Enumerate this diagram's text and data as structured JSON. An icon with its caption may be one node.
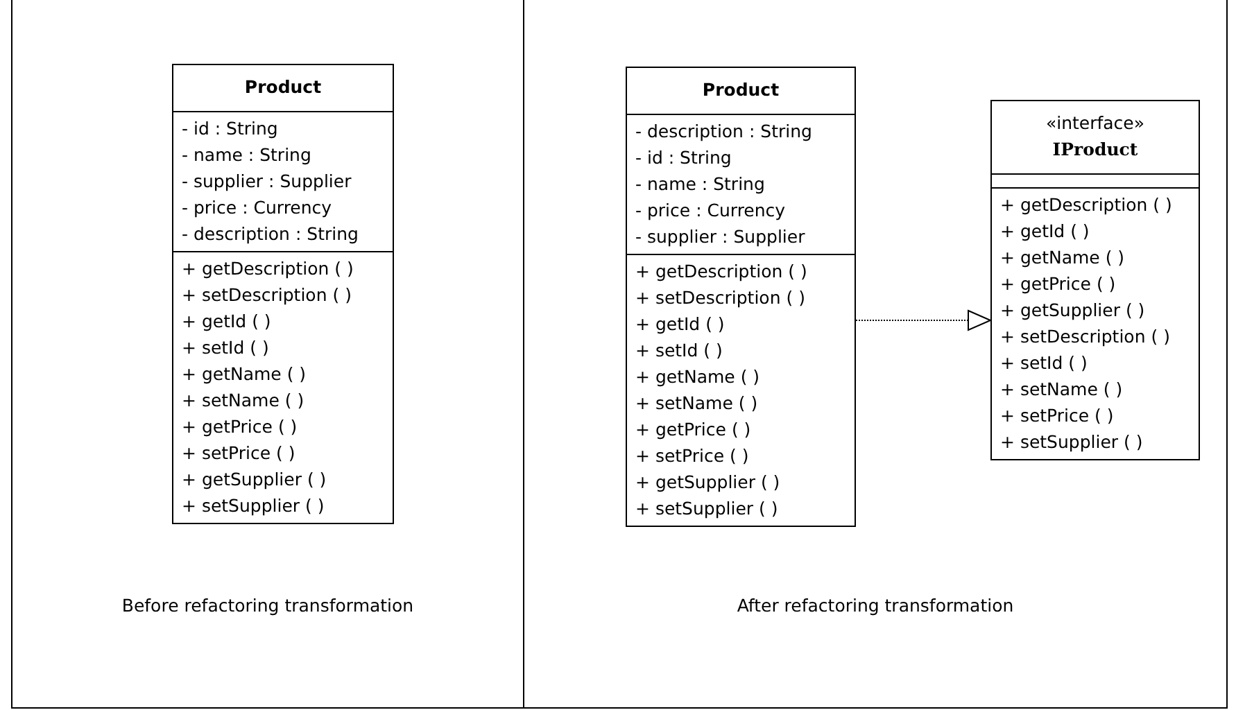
{
  "diagram": {
    "nodes": [
      {
        "text": [
          "Before refactoring transformation"
        ]
      },
      {
        "text": [
          "Product",
          "- id : String",
          "- name : String",
          "- supplier : Supplier",
          "- price : Currency",
          "- description : String",
          "+ getDescription (  )",
          "+ setDescription (  )",
          "+ getId (  )",
          "+ setId (  )",
          "+ getName (  )",
          "+ setName (  )",
          "+ getPrice (  )",
          "+ setPrice (  )",
          "+ getSupplier (  )",
          "+ setSupplier (  )"
        ],
        "in": 0
      },
      {
        "text": [
          "After refactoring transformation"
        ]
      },
      {
        "text": [
          "Product",
          "- description : String",
          "- id : String",
          "- name : String",
          "- price : Currency",
          "- supplier : Supplier",
          "+ getDescription (  )",
          "+ setDescription (  )",
          "+ getId (  )",
          "+ setId (  )",
          "+ getName (  )",
          "+ setName (  )",
          "+ getPrice (  )",
          "+ setPrice (  )",
          "+ getSupplier (  )",
          "+ setSupplier (  )"
        ],
        "in": 2
      },
      {
        "text": [
          "«interface»",
          "IProduct",
          "+ getDescription (  )",
          "+ getId (  )",
          "+ getName (  )",
          "+ getPrice (  )",
          "+ getSupplier (  )",
          "+ setDescription (  )",
          "+ setId (  )",
          "+ setName (  )",
          "+ setPrice (  )",
          "+ setSupplier (  )"
        ],
        "in": 2
      }
    ],
    "edges": [
      {
        "from": 3,
        "to": 4,
        "arrow": "to",
        "style": "dashed"
      }
    ]
  }
}
